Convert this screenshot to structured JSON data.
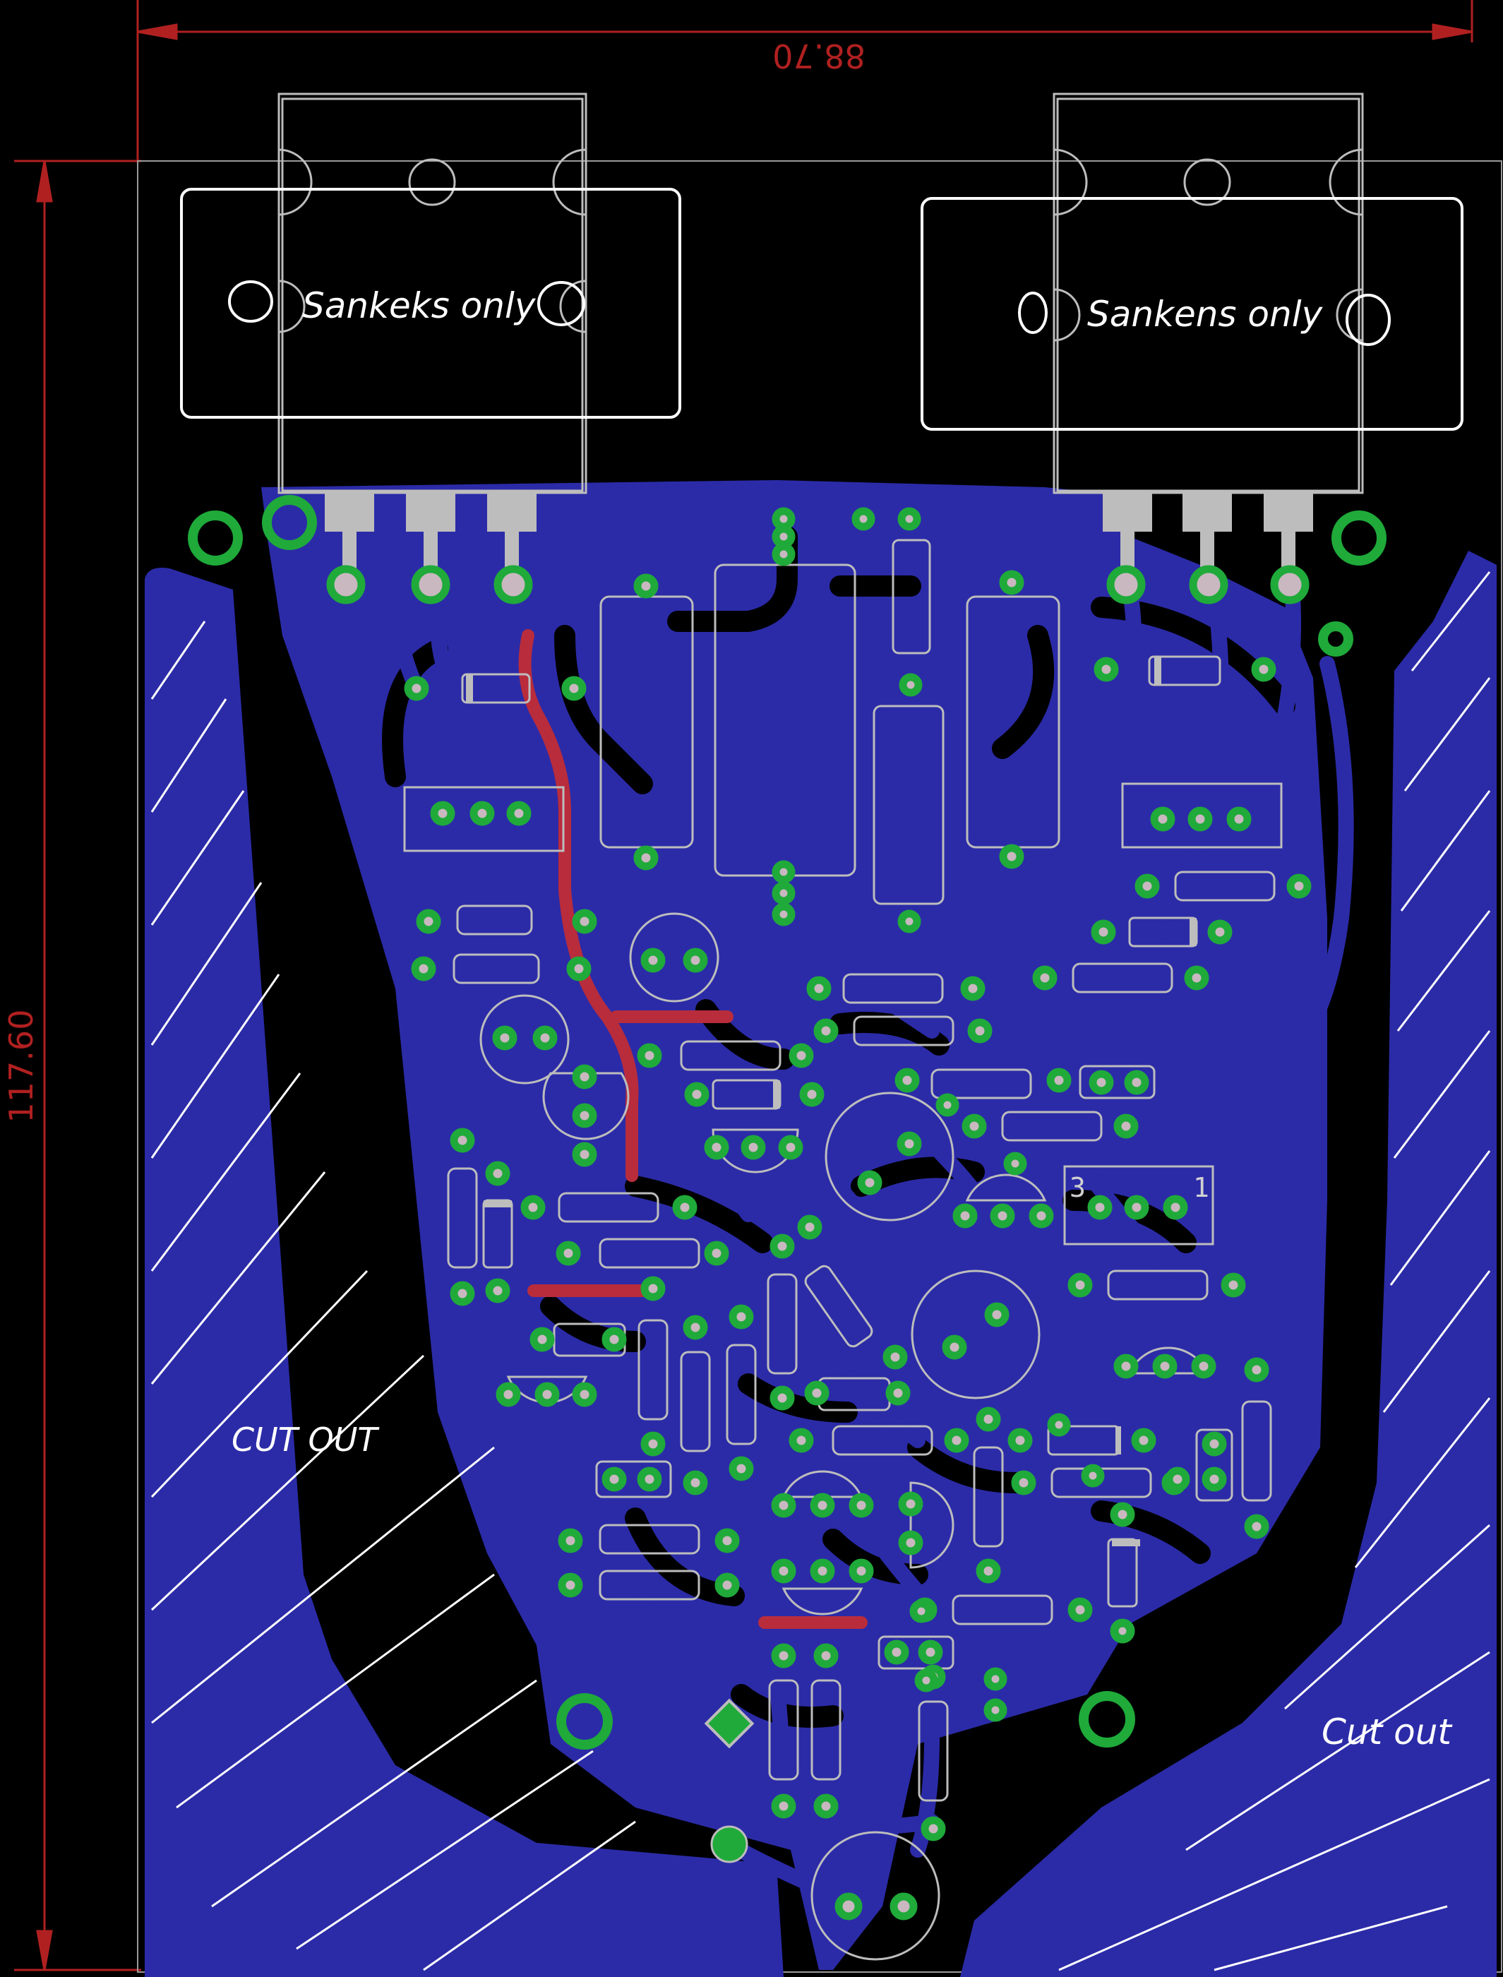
{
  "labels": {
    "dim_width": "88.70",
    "dim_height": "117.60",
    "left_heatsink_note": "Sankeks only",
    "right_heatsink_note": "Sankens only",
    "left_cutout": "CUT OUT",
    "right_cutout": "Cut out",
    "trimmer_pin_3": "3",
    "trimmer_pin_1": "1"
  },
  "colors": {
    "background": "#000000",
    "copper_bottom": "#2b2ba8",
    "copper_top": "#b82c3c",
    "pad": "#1faa3a",
    "drill": "#c9b8c0",
    "silkscreen": "#ffffff",
    "outline": "#bdbdbd",
    "dimension": "#b02020"
  }
}
